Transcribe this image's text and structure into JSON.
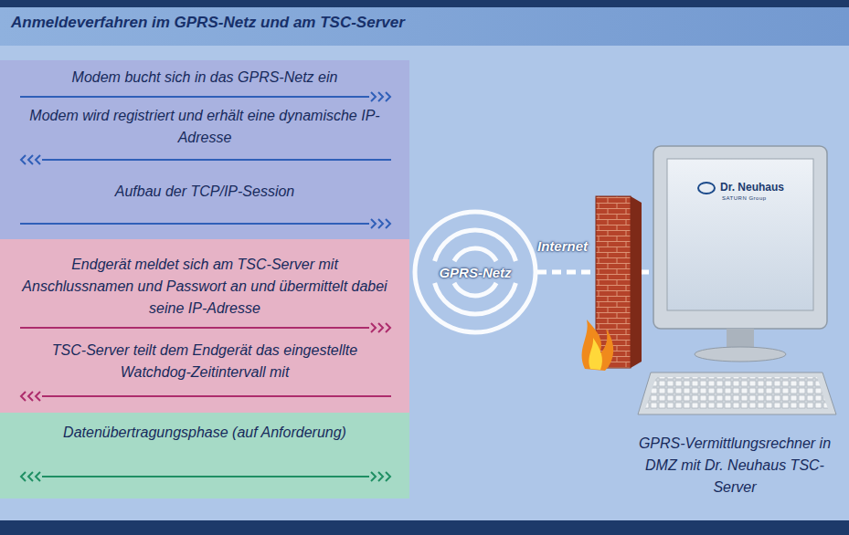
{
  "diagram": {
    "title": "Anmeldeverfahren im GPRS-Netz und am TSC-Server",
    "nodes": [
      {
        "text": [
          "Modem bucht sich in das GPRS-Netz ein",
          "Modem wird registriert und erhält eine dynamische IP-Adresse",
          "Aufbau der TCP/IP-Session"
        ]
      },
      {
        "text": [
          "Endgerät meldet sich am TSC-Server mit Anschlussnamen und Passwort an und übermittelt dabei seine IP-Adresse",
          "TSC-Server teilt dem Endgerät das eingestellte Watchdog-Zeitintervall mit"
        ]
      },
      {
        "text": [
          "Datenübertragungsphase (auf Anforderung)"
        ]
      },
      {
        "text": [
          "GPRS-Netz"
        ]
      }
    ],
    "labels": [
      "Internet",
      "Dr. Neuhaus",
      "SATURN Group",
      "GPRS-Vermittlungsrechner in DMZ mit Dr. Neuhaus TSC-Server"
    ]
  }
}
